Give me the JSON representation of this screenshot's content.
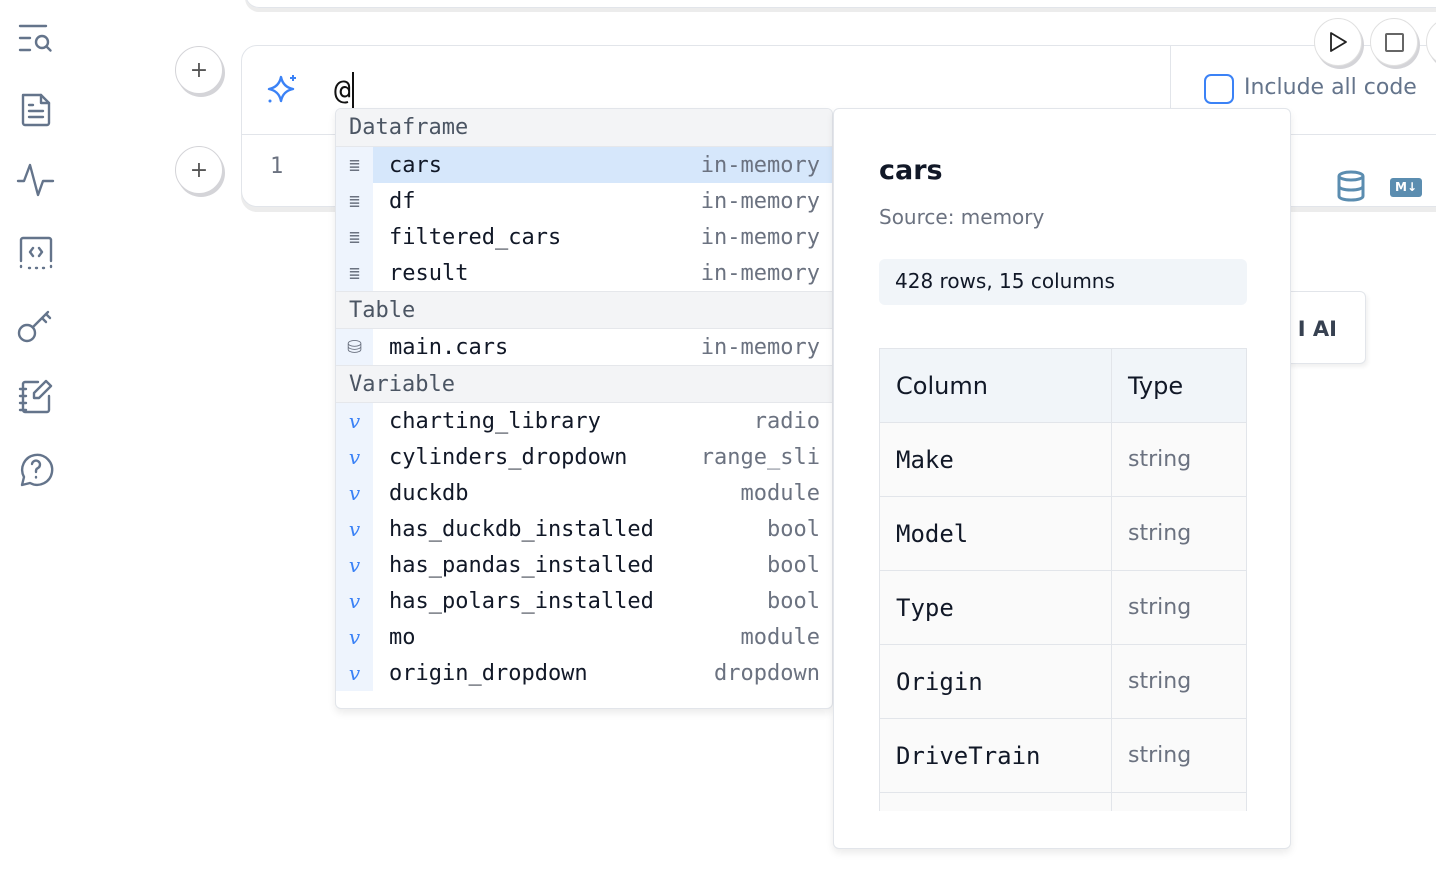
{
  "sidebar": {
    "items": [
      {
        "icon": "search-list-icon"
      },
      {
        "icon": "file-text-icon"
      },
      {
        "icon": "activity-icon"
      },
      {
        "icon": "code-box-icon"
      },
      {
        "icon": "key-icon"
      },
      {
        "icon": "notebook-pen-icon"
      },
      {
        "icon": "help-chat-icon"
      }
    ]
  },
  "cell": {
    "prompt": "@",
    "line_number": "1",
    "include_all_code": "Include all code",
    "ai_button_partial": "I AI",
    "md_badge": "M↓"
  },
  "autocomplete": {
    "sections": [
      {
        "title": "Dataframe",
        "items": [
          {
            "name": "cars",
            "type": "in-memory",
            "selected": true
          },
          {
            "name": "df",
            "type": "in-memory"
          },
          {
            "name": "filtered_cars",
            "type": "in-memory"
          },
          {
            "name": "result",
            "type": "in-memory"
          }
        ]
      },
      {
        "title": "Table",
        "items": [
          {
            "name": "main.cars",
            "type": "in-memory"
          }
        ]
      },
      {
        "title": "Variable",
        "items": [
          {
            "name": "charting_library",
            "type": "radio"
          },
          {
            "name": "cylinders_dropdown",
            "type": "range_sli"
          },
          {
            "name": "duckdb",
            "type": "module"
          },
          {
            "name": "has_duckdb_installed",
            "type": "bool"
          },
          {
            "name": "has_pandas_installed",
            "type": "bool"
          },
          {
            "name": "has_polars_installed",
            "type": "bool"
          },
          {
            "name": "mo",
            "type": "module"
          },
          {
            "name": "origin_dropdown",
            "type": "dropdown"
          }
        ]
      }
    ]
  },
  "info": {
    "title": "cars",
    "source": "Source: memory",
    "stats": "428 rows, 15 columns",
    "headers": [
      "Column",
      "Type"
    ],
    "rows": [
      [
        "Make",
        "string"
      ],
      [
        "Model",
        "string"
      ],
      [
        "Type",
        "string"
      ],
      [
        "Origin",
        "string"
      ],
      [
        "DriveTrain",
        "string"
      ]
    ]
  },
  "colors": {
    "accent": "#3b82f6",
    "selected": "#d6e7fb",
    "icon": "#64748b"
  }
}
